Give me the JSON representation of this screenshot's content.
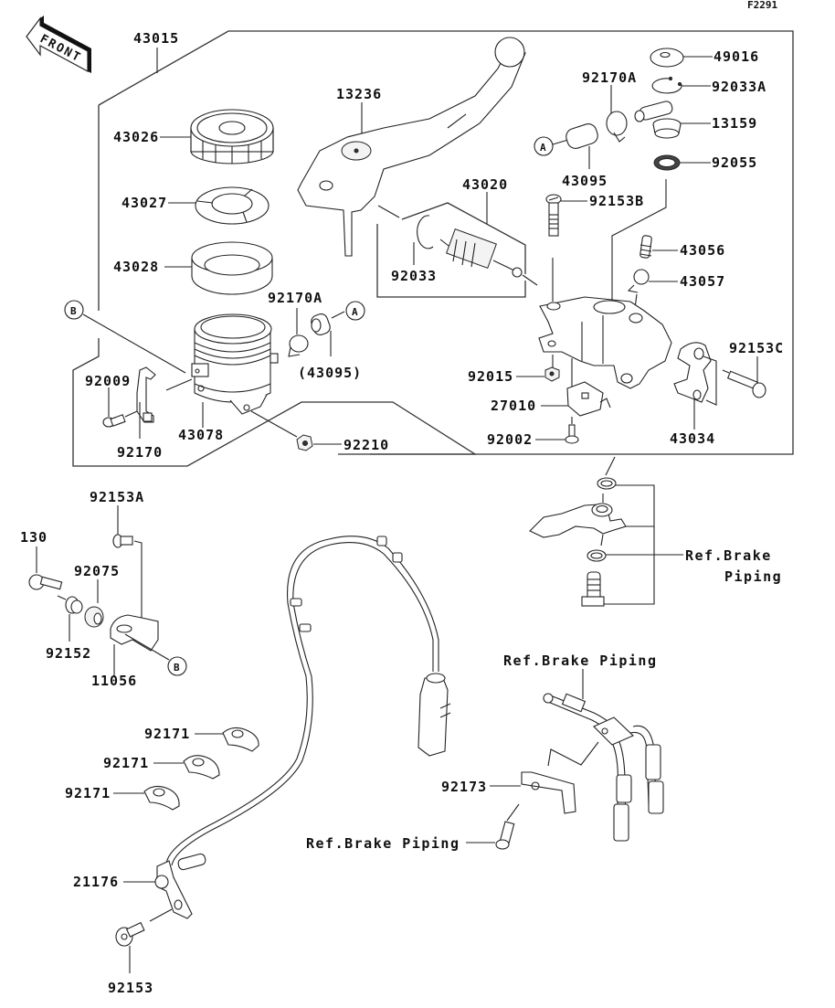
{
  "diagram": {
    "code": "F2291",
    "front_marker": "FRONT",
    "markers": {
      "a": "A",
      "b": "B"
    },
    "labels": {
      "p43015": "43015",
      "p43026": "43026",
      "p43027": "43027",
      "p43028": "43028",
      "p13236": "13236",
      "p43020": "43020",
      "p92033": "92033",
      "p92170A_top": "92170A",
      "p43095_top": "43095",
      "p49016": "49016",
      "p92033A": "92033A",
      "p13159": "13159",
      "p92055": "92055",
      "p92153B": "92153B",
      "p43056": "43056",
      "p43057": "43057",
      "p92153C": "92153C",
      "p43034": "43034",
      "p92015": "92015",
      "p27010": "27010",
      "p92002": "92002",
      "p92170A_mid": "92170A",
      "p43095_mid": "(43095)",
      "p92009": "92009",
      "p92170": "92170",
      "p43078": "43078",
      "p92210": "92210",
      "p92153A": "92153A",
      "p130": "130",
      "p92075": "92075",
      "p92152": "92152",
      "p11056": "11056",
      "p92171_1": "92171",
      "p92171_2": "92171",
      "p92171_3": "92171",
      "p21176": "21176",
      "p92153": "92153",
      "p92173": "92173",
      "ref_brake_1a": "Ref.Brake",
      "ref_brake_1b": "Piping",
      "ref_brake_2": "Ref.Brake Piping",
      "ref_brake_3": "Ref.Brake Piping"
    }
  }
}
